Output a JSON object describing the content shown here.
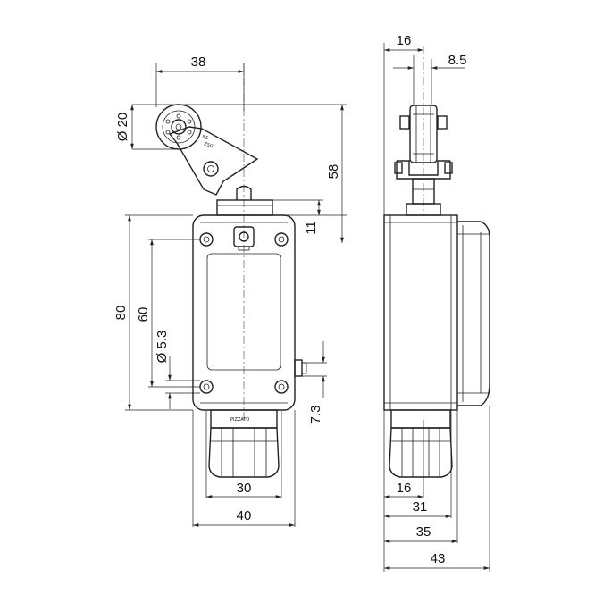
{
  "dimensions": {
    "front_width_top": "38",
    "roller_diameter": "Ø 20",
    "lever_height": "58",
    "head_offset": "11",
    "body_height": "80",
    "hole_spacing": "60",
    "hole_diameter": "Ø 5.3",
    "gland_offset": "7.3",
    "hole_width": "30",
    "body_width": "40",
    "side_width_top": "16",
    "side_offset_top": "8.5",
    "side_gland": "16",
    "side_depth_1": "31",
    "side_depth_2": "35",
    "side_depth_3": "43"
  },
  "labels": {
    "brand_mark": "PIZZATO"
  }
}
